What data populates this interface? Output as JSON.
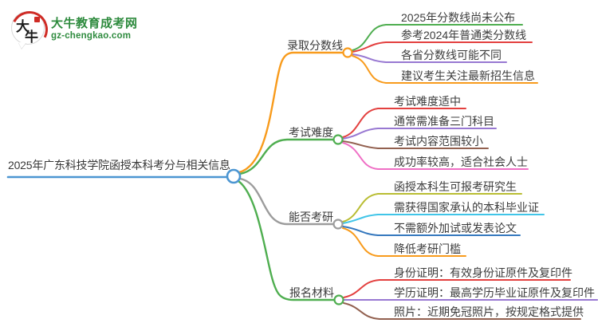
{
  "logo": {
    "title": "大牛教育成考网",
    "url": "gz-chengkao.com",
    "mark_char_1": "大",
    "mark_char_2": "牛",
    "brand_green": "#2e8b3e",
    "brand_red": "#cf2b25"
  },
  "root": {
    "label": "2025年广东科技学院函授本科考分与相关信息",
    "color": "#4c96d2"
  },
  "branches": [
    {
      "label": "录取分数线",
      "color": "#f89b1c",
      "leaves": [
        {
          "text": "2025年分数线尚未公布",
          "color": "#4fae50"
        },
        {
          "text": "参考2024年普通类分数线",
          "color": "#e3403f"
        },
        {
          "text": "各省分数线可能不同",
          "color": "#9878d2"
        },
        {
          "text": "建议考生关注最新招生信息",
          "color": "#f89b1c"
        }
      ]
    },
    {
      "label": "考试难度",
      "color": "#4fae50",
      "leaves": [
        {
          "text": "考试难度适中",
          "color": "#e3403f"
        },
        {
          "text": "通常需准备三门科目",
          "color": "#9878d2"
        },
        {
          "text": "考试内容范围较小",
          "color": "#92604f"
        },
        {
          "text": "成功率较高，适合社会人士",
          "color": "#ef6fc5"
        }
      ]
    },
    {
      "label": "能否考研",
      "color": "#9c9c9c",
      "leaves": [
        {
          "text": "函授本科生可报考研究生",
          "color": "#b9bd33"
        },
        {
          "text": "需获得国家承认的本科毕业证",
          "color": "#41c5e8"
        },
        {
          "text": "不需额外加试或发表论文",
          "color": "#3578be"
        },
        {
          "text": "降低考研门槛",
          "color": "#f89b1c"
        }
      ]
    },
    {
      "label": "报名材料",
      "color": "#4fae50",
      "leaves": [
        {
          "text": "身份证明：有效身份证原件及复印件",
          "color": "#e3403f"
        },
        {
          "text": "学历证明：最高学历毕业证原件及复印件",
          "color": "#9878d2"
        },
        {
          "text": "照片：近期免冠照片，按规定格式提供",
          "color": "#92604f"
        }
      ]
    }
  ]
}
